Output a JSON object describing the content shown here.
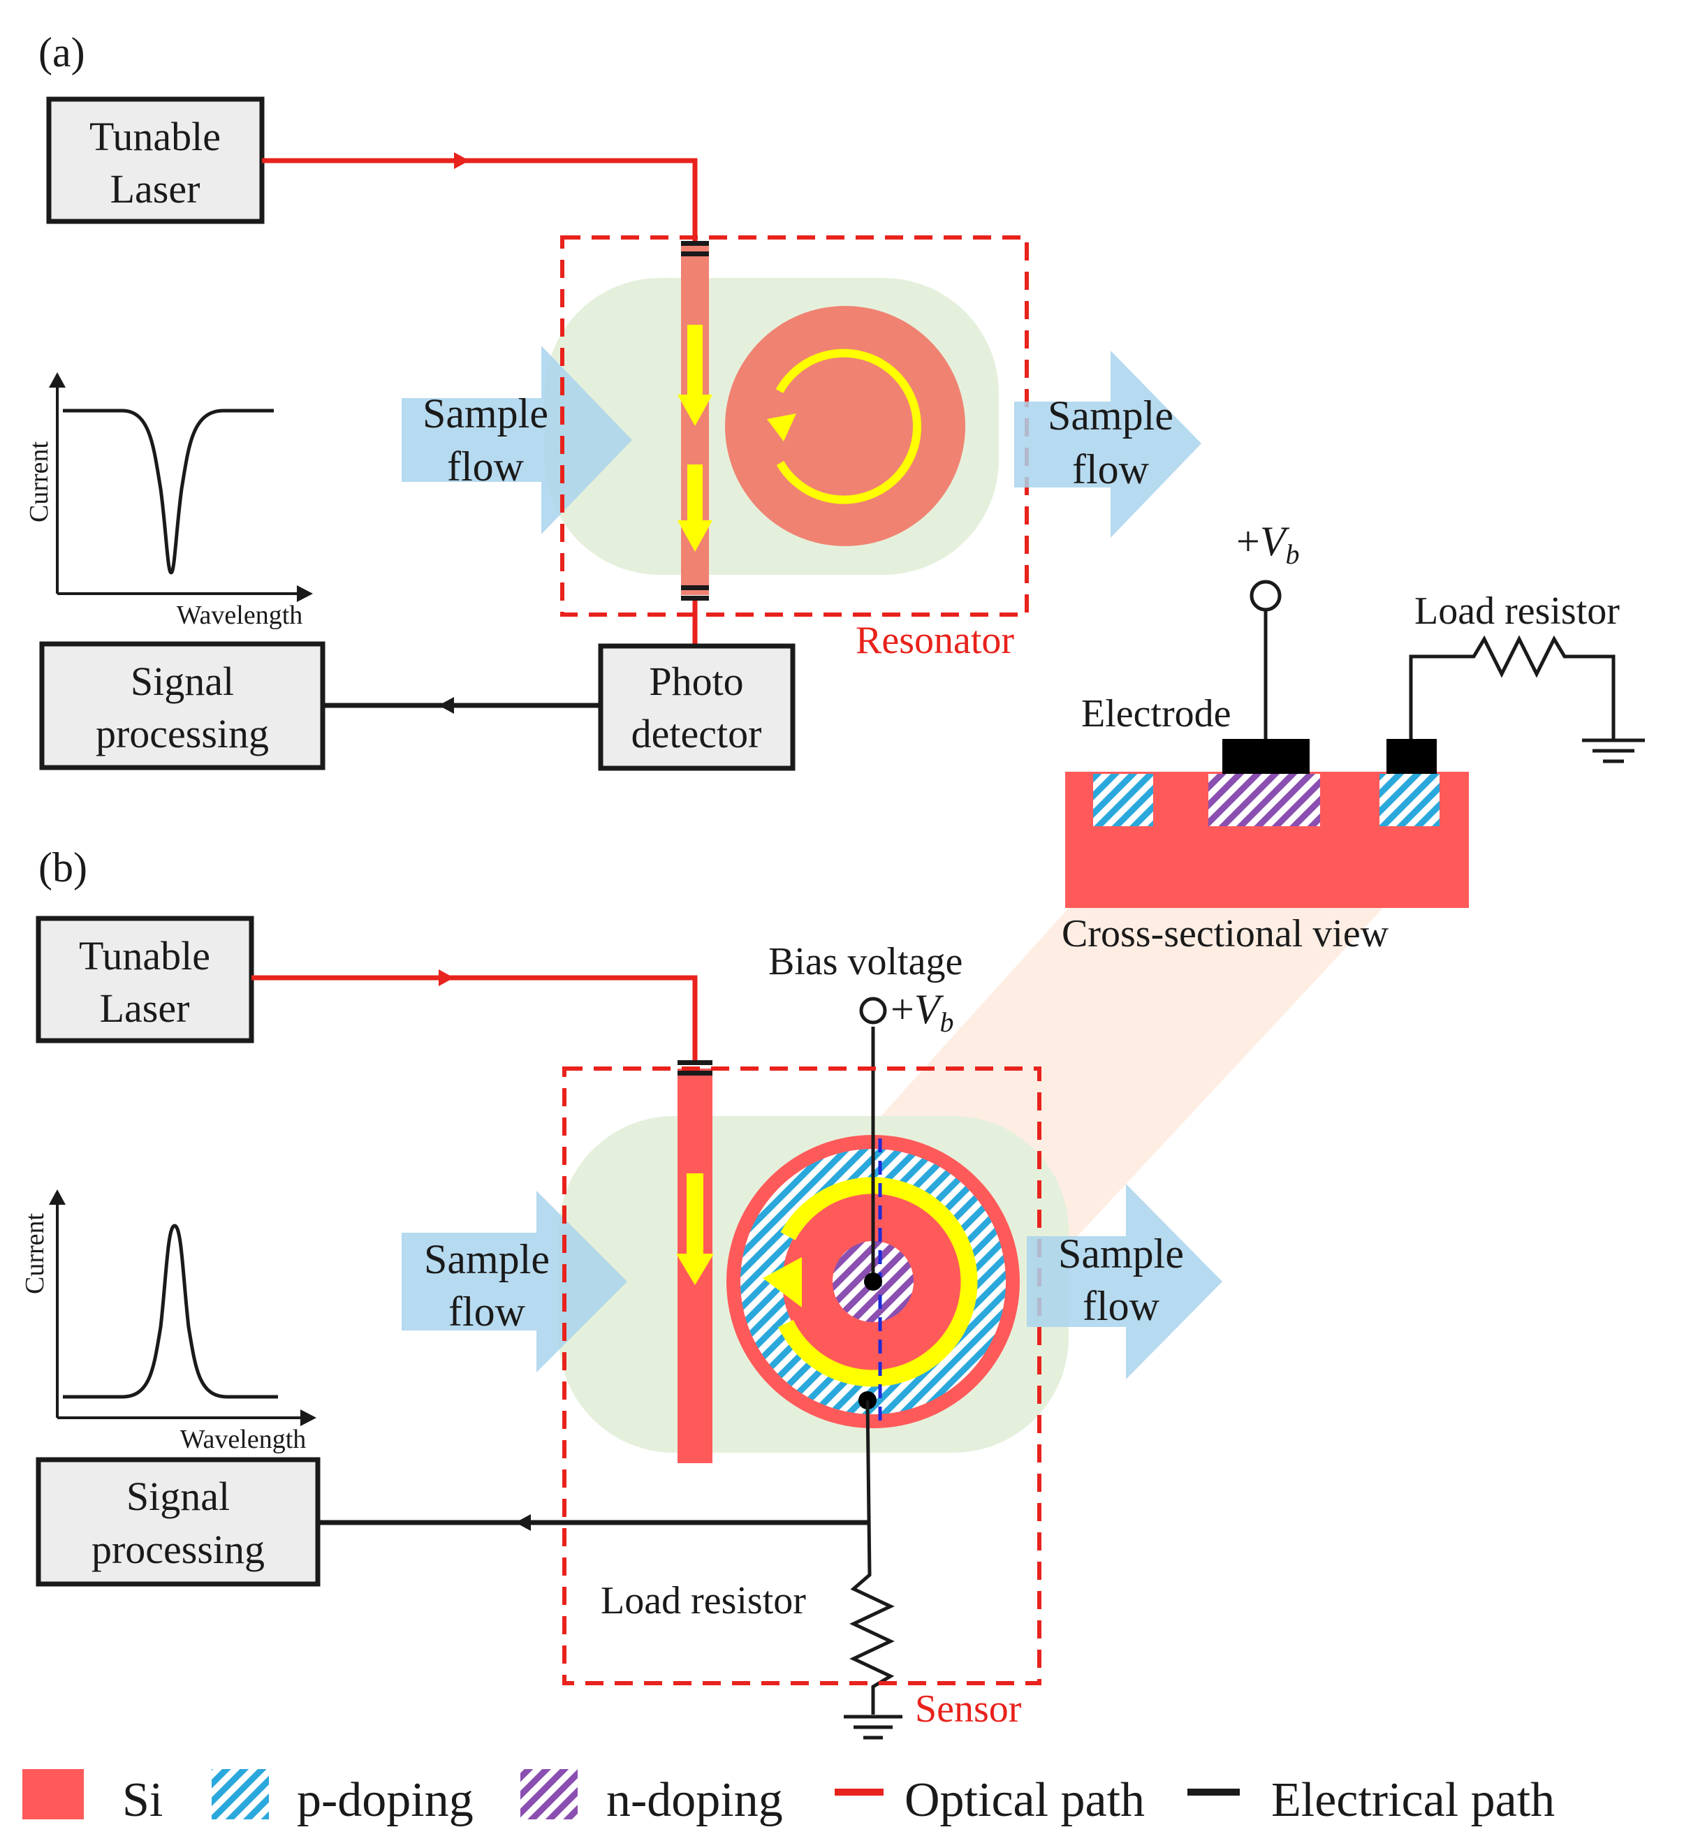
{
  "panels": {
    "a": {
      "label": "(a)",
      "laser": {
        "line1": "Tunable",
        "line2": "Laser"
      },
      "signal": {
        "line1": "Signal",
        "line2": "processing"
      },
      "photodetector": {
        "line1": "Photo",
        "line2": "detector"
      },
      "flow_in": {
        "line1": "Sample",
        "line2": "flow"
      },
      "flow_out": {
        "line1": "Sample",
        "line2": "flow"
      },
      "resonator_label": "Resonator",
      "plot": {
        "ylabel": "Current",
        "xlabel": "Wavelength"
      }
    },
    "b": {
      "label": "(b)",
      "laser": {
        "line1": "Tunable",
        "line2": "Laser"
      },
      "signal": {
        "line1": "Signal",
        "line2": "processing"
      },
      "flow_in": {
        "line1": "Sample",
        "line2": "flow"
      },
      "flow_out": {
        "line1": "Sample",
        "line2": "flow"
      },
      "bias_label": "Bias voltage",
      "load_label": "Load resistor",
      "sensor_label": "Sensor",
      "plot": {
        "ylabel": "Current",
        "xlabel": "Wavelength"
      }
    }
  },
  "cross_section": {
    "vb_plus": "+",
    "vb_symbol": "V",
    "vb_sub": "b",
    "load_label": "Load resistor",
    "electrode_label": "Electrode",
    "caption": "Cross-sectional view"
  },
  "bias_vb": {
    "plus": "+",
    "symbol": "V",
    "sub": "b"
  },
  "legend": {
    "items": [
      {
        "label": "Si"
      },
      {
        "label": "p-doping"
      },
      {
        "label": "n-doping"
      },
      {
        "label": "Optical path"
      },
      {
        "label": "Electrical path"
      }
    ]
  },
  "colors": {
    "si": "#ff5a5a",
    "optical": "#e8221c",
    "electrical": "#1a1a1a",
    "p_doping": "#2aa8dc",
    "n_doping": "#8a4fb0",
    "flow_arrow": "#a9d3ec",
    "chamber": "#e5f0dc",
    "guide_arrow": "#ffff00",
    "dashed_line": "#1e2bd8"
  }
}
